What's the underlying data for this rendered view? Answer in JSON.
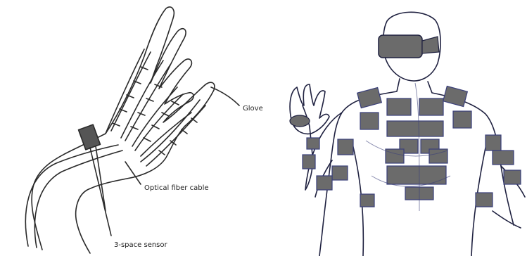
{
  "left_panel": {
    "labels": {
      "glove": "Glove",
      "optical_fiber_cable": "Optical fiber cable",
      "sensor": "3-space sensor"
    },
    "line_color": "#2a2a2a"
  },
  "right_panel": {
    "sketch_color": "#3a3f7a",
    "pad_color": "#6b6b6b",
    "outline_color": "#1f2140"
  }
}
